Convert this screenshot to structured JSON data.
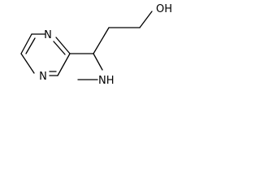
{
  "structure": {
    "atom_labels": {
      "n_top": "N",
      "n_bottom": "N",
      "oh": "OH",
      "nh": "NH"
    }
  }
}
